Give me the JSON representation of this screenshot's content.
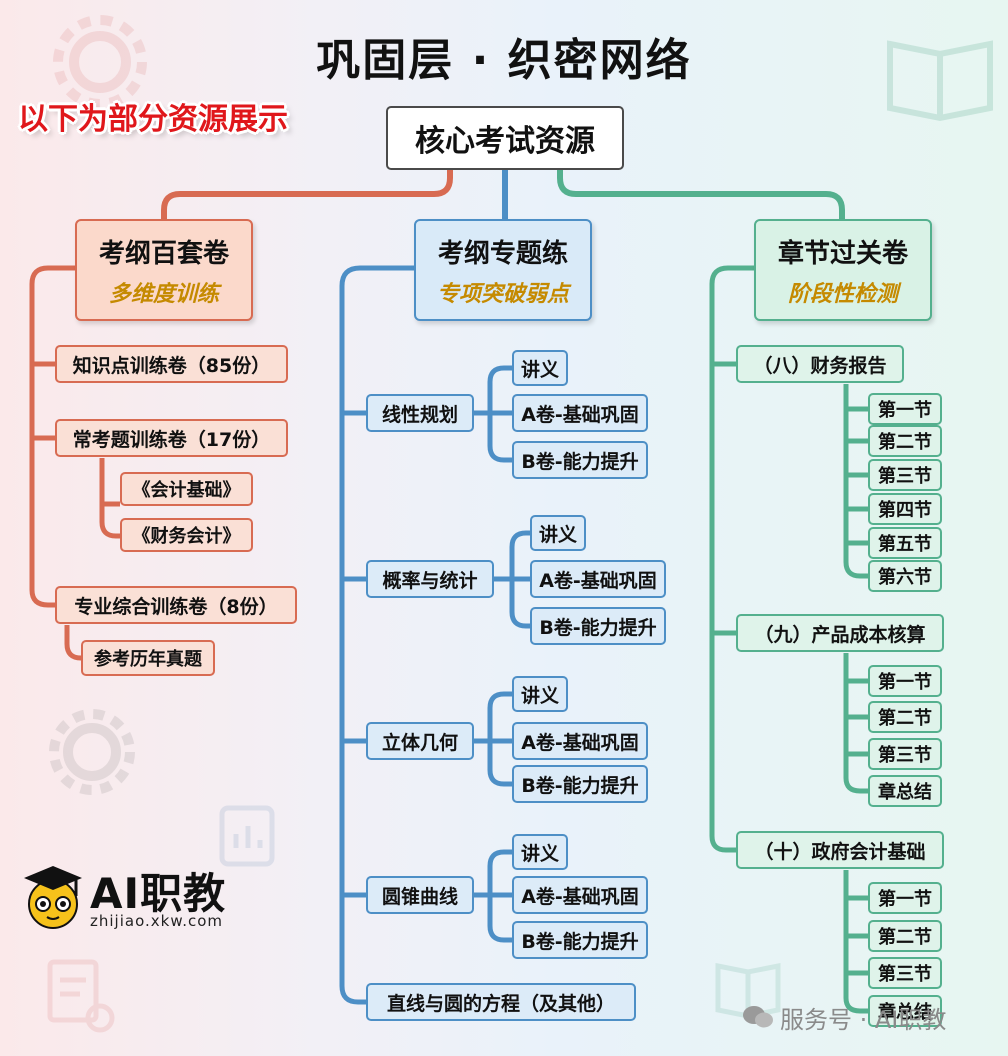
{
  "title": "巩固层 · 织密网络",
  "tag": "以下为部分资源展示",
  "root": "核心考试资源",
  "colors": {
    "red": "#d86b52",
    "blue": "#4d8fc6",
    "green": "#54b08e",
    "tag": "#e0171b",
    "subtitle": "#c58a00"
  },
  "left": {
    "title": "考纲百套卷",
    "subtitle": "多维度训练",
    "items": [
      "知识点训练卷（85份）",
      "常考题训练卷（17份）",
      "专业综合训练卷（8份）"
    ],
    "sub17": [
      "《会计基础》",
      "《财务会计》"
    ],
    "sub8": [
      "参考历年真题"
    ]
  },
  "middle": {
    "title": "考纲专题练",
    "subtitle": "专项突破弱点",
    "topics": [
      "线性规划",
      "概率与统计",
      "立体几何",
      "圆锥曲线",
      "直线与圆的方程（及其他）"
    ],
    "leaves": [
      "讲义",
      "A卷-基础巩固",
      "B卷-能力提升"
    ]
  },
  "right": {
    "title": "章节过关卷",
    "subtitle": "阶段性检测",
    "chapters": [
      {
        "name": "（八）财务报告",
        "sections": [
          "第一节",
          "第二节",
          "第三节",
          "第四节",
          "第五节",
          "第六节"
        ]
      },
      {
        "name": "（九）产品成本核算",
        "sections": [
          "第一节",
          "第二节",
          "第三节",
          "章总结"
        ]
      },
      {
        "name": "（十）政府会计基础",
        "sections": [
          "第一节",
          "第二节",
          "第三节",
          "章总结"
        ]
      }
    ]
  },
  "brand": {
    "name": "AI职教",
    "url": "zhijiao.xkw.com"
  },
  "watermark": "服务号 · AI职教",
  "icons": [
    "gear-icon",
    "book-icon",
    "graduation-cap-icon",
    "document-search-icon",
    "chart-icon",
    "wechat-icon"
  ]
}
